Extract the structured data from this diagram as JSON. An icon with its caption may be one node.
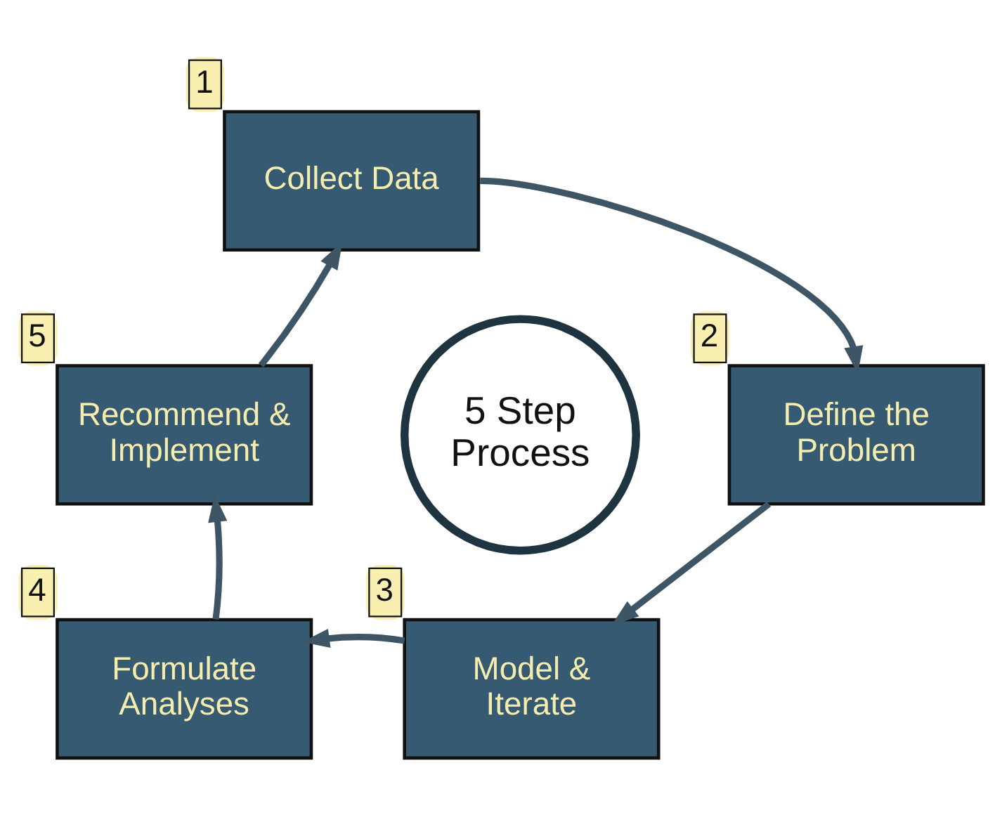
{
  "diagram": {
    "nodes": [
      {
        "text": [
          "Collect Data"
        ],
        "beside": [
          "1"
        ]
      },
      {
        "text": [
          "Define the Problem"
        ],
        "beside": [
          "2"
        ]
      },
      {
        "text": [
          "Model & Iterate"
        ],
        "beside": [
          "3"
        ]
      },
      {
        "text": [
          "Formulate Analyses"
        ],
        "beside": [
          "4"
        ]
      },
      {
        "text": [
          "Recommend & Implement"
        ],
        "beside": [
          "5"
        ]
      },
      {
        "text": [
          "5 Step Process"
        ]
      }
    ],
    "edges": [
      {
        "from": 0,
        "to": 1,
        "arrow": "to"
      },
      {
        "from": 1,
        "to": 2,
        "arrow": "to"
      },
      {
        "from": 2,
        "to": 3,
        "arrow": "to"
      },
      {
        "from": 3,
        "to": 4,
        "arrow": "to"
      },
      {
        "from": 4,
        "to": 0,
        "arrow": "to"
      }
    ]
  }
}
